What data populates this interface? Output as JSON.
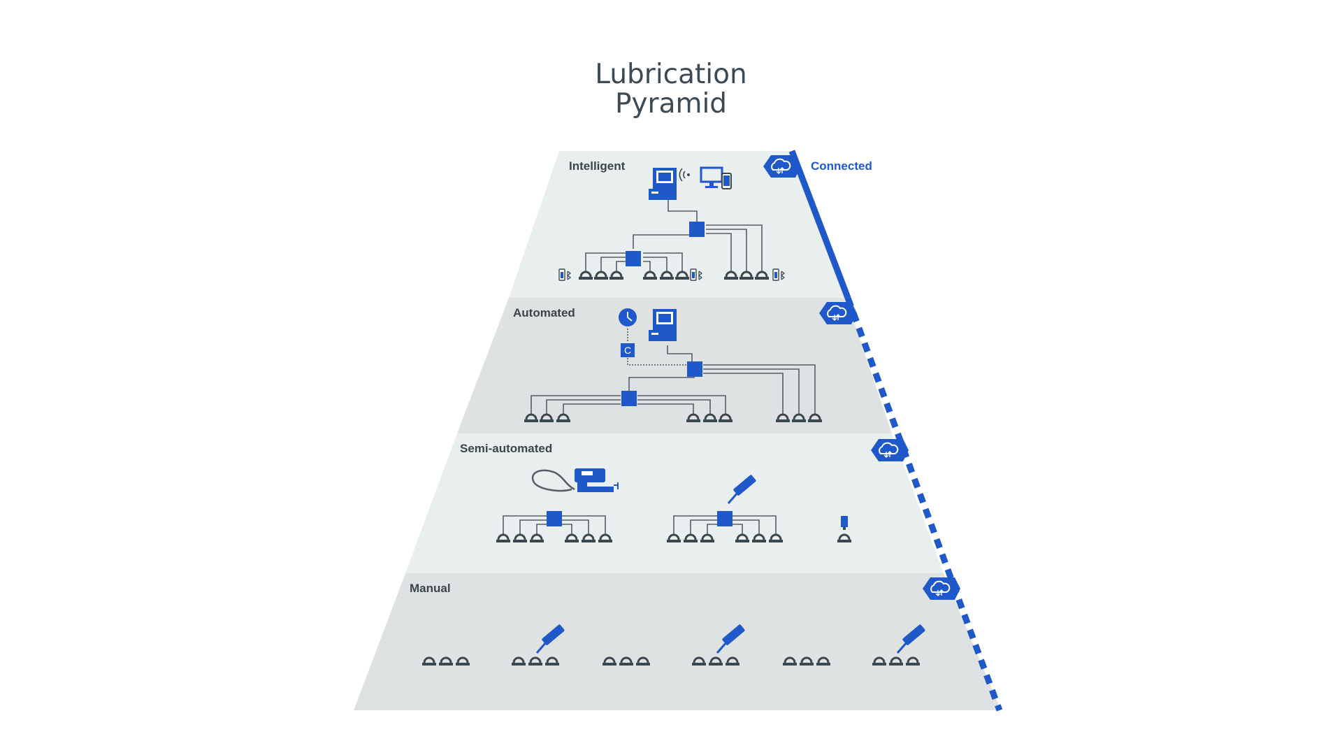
{
  "title": {
    "line1": "Lubrication",
    "line2": "Pyramid"
  },
  "tiers": [
    {
      "label": "Intelligent"
    },
    {
      "label": "Automated"
    },
    {
      "label": "Semi-automated"
    },
    {
      "label": "Manual"
    }
  ],
  "connected": {
    "label": "Connected"
  },
  "automated_controller_letter": "C",
  "colors": {
    "blue": "#1e58c9",
    "dark": "#3c4850",
    "line": "#555e66",
    "tier_light": "#e9eeef",
    "tier_mid": "#dfe2e3",
    "title": "#3c4a55"
  },
  "icons": [
    "cloud-sync-icon",
    "computer-icon",
    "wireless-icon",
    "monitor-phone-icon",
    "pump-icon",
    "clock-icon",
    "grease-gun-icon",
    "bearing-point-icon",
    "sensor-icon"
  ]
}
